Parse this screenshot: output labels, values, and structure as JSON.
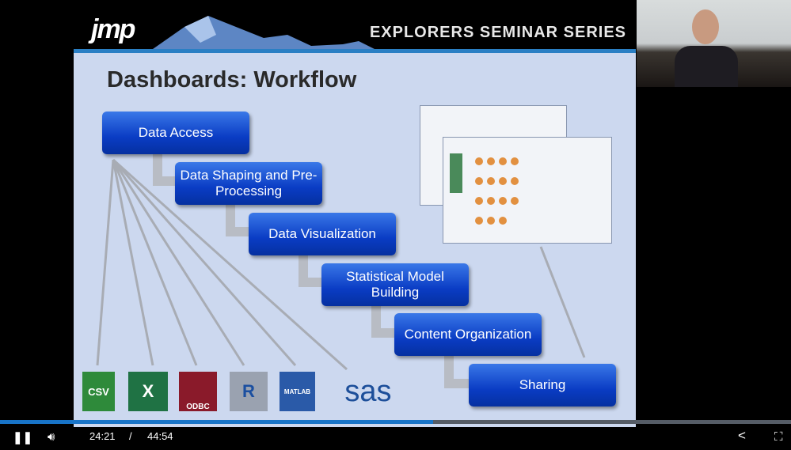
{
  "slide": {
    "logo": "jmp",
    "series": "EXPLORERS SEMINAR SERIES",
    "title": "Dashboards: Workflow",
    "steps": [
      "Data Access",
      "Data Shaping and Pre-Processing",
      "Data Visualization",
      "Statistical Model Building",
      "Content Organization",
      "Sharing"
    ],
    "sources": [
      "CSV",
      "X",
      "ODBC",
      "R",
      "MATLAB",
      "sas"
    ]
  },
  "player": {
    "current_time": "24:21",
    "separator": "/",
    "duration": "44:54",
    "progress_percent": 54.8
  },
  "colors": {
    "accent": "#1874c8",
    "box": "#0a3cc4"
  }
}
